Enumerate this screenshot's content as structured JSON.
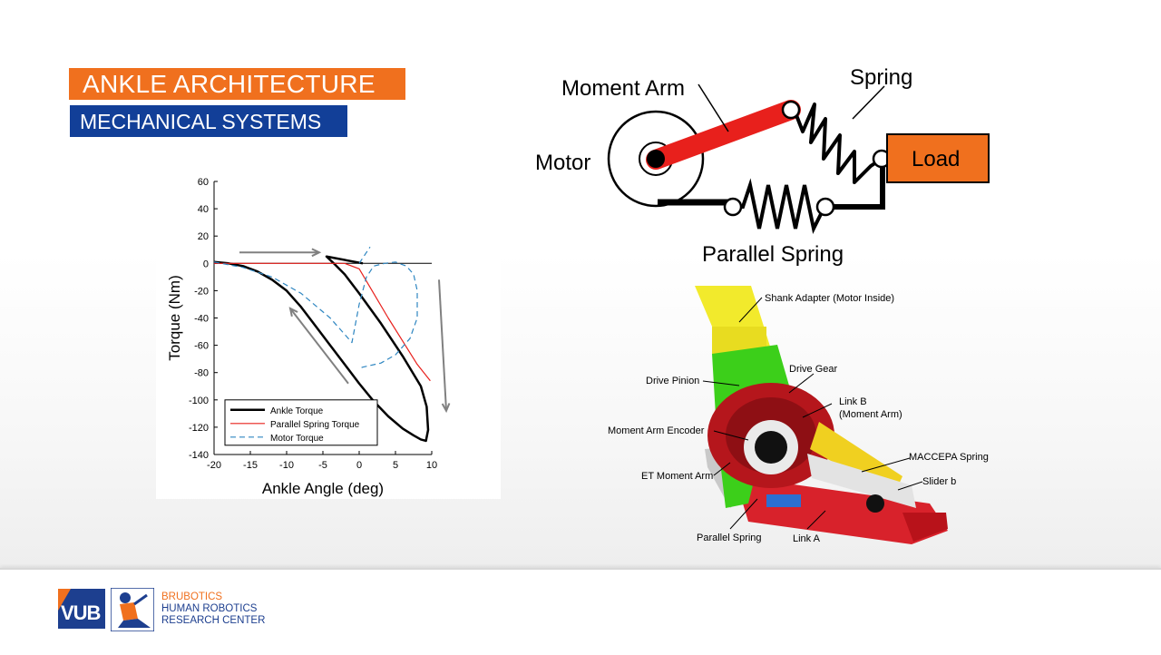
{
  "slide": {
    "title": "ANKLE ARCHITECTURE",
    "subtitle": "MECHANICAL SYSTEMS"
  },
  "schematic": {
    "labels": {
      "moment_arm": "Moment Arm",
      "spring": "Spring",
      "motor": "Motor",
      "load": "Load",
      "parallel_spring": "Parallel Spring"
    },
    "colors": {
      "arm": "#e8201c",
      "load": "#f0701e"
    }
  },
  "rendering": {
    "labels": {
      "shank_adapter": "Shank Adapter (Motor Inside)",
      "drive_gear": "Drive Gear",
      "drive_pinion": "Drive Pinion",
      "link_b": "Link B",
      "link_b_sub": "(Moment Arm)",
      "moment_arm_encoder": "Moment Arm Encoder",
      "maccepa_spring": "MACCEPA Spring",
      "et_moment_arm": "ET Moment Arm",
      "slider_b": "Slider b",
      "parallel_spring": "Parallel Spring",
      "link_a": "Link A"
    },
    "colors": {
      "shank": "#f2ea2c",
      "frame": "#3ccf1a",
      "gear": "#b5161c",
      "base": "#d8222b"
    }
  },
  "chart_data": {
    "type": "line",
    "xlabel": "Ankle Angle (deg)",
    "ylabel": "Torque (Nm)",
    "xlim": [
      -20,
      10
    ],
    "ylim": [
      -140,
      60
    ],
    "xticks": [
      -20,
      -15,
      -10,
      -5,
      0,
      5,
      10
    ],
    "yticks": [
      60,
      40,
      20,
      0,
      -20,
      -40,
      -60,
      -80,
      -100,
      -120,
      -140
    ],
    "grid": false,
    "legend_position": "bottom-left",
    "series": [
      {
        "name": "Ankle Torque",
        "color": "#000000",
        "style": "solid",
        "x": [
          -20,
          -18,
          -16,
          -14,
          -12,
          -10,
          -8,
          -6,
          -4,
          -2,
          0,
          2,
          4,
          6,
          7.5,
          8.5,
          9.2,
          9.5,
          9.3,
          8.5,
          6,
          3,
          0,
          -2,
          -3.5,
          -4.5,
          -3.5,
          0.5
        ],
        "y": [
          1,
          0,
          -2,
          -6,
          -12,
          -20,
          -32,
          -46,
          -60,
          -74,
          -88,
          -101,
          -112,
          -121,
          -126,
          -129,
          -130,
          -122,
          -105,
          -90,
          -68,
          -44,
          -22,
          -8,
          0,
          5,
          4,
          0
        ]
      },
      {
        "name": "Parallel Spring Torque",
        "color": "#e8201c",
        "style": "solid",
        "x": [
          -20,
          -14,
          -8,
          -2,
          0,
          2,
          4,
          6,
          8,
          9.8
        ],
        "y": [
          0,
          0,
          0,
          0,
          -4,
          -22,
          -40,
          -57,
          -74,
          -86
        ]
      },
      {
        "name": "Motor Torque",
        "color": "#2e86c1",
        "style": "dashed",
        "x": [
          -20,
          -16,
          -12,
          -8,
          -4,
          -2,
          -1,
          0,
          1,
          2,
          3.5,
          5,
          6.5,
          7.5,
          8,
          8,
          7,
          5,
          3,
          0.5,
          0
        ],
        "y": [
          1,
          -3,
          -10,
          -22,
          -40,
          -52,
          -58,
          -30,
          -10,
          -2,
          0,
          1,
          -2,
          -8,
          -20,
          -40,
          -55,
          -67,
          -73,
          -76,
          -77
        ]
      },
      {
        "name": "",
        "color": "#2e86c1",
        "style": "dashed",
        "x": [
          0,
          1.5
        ],
        "y": [
          0,
          12
        ]
      }
    ],
    "annotations": [
      "arrow-right-top",
      "arrow-down-right",
      "arrow-up-left"
    ]
  },
  "footer": {
    "logo_text": "VUB",
    "brand_line1": "BRUBOTICS",
    "brand_line2": "HUMAN ROBOTICS",
    "brand_line3": "RESEARCH CENTER"
  }
}
